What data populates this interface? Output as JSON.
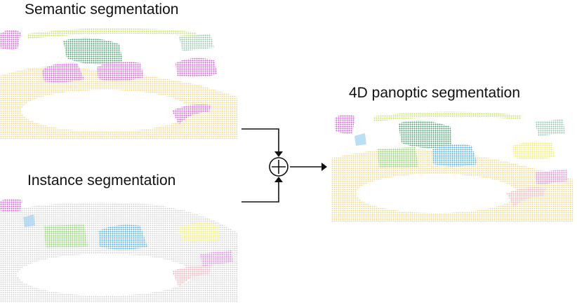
{
  "labels": {
    "semantic": "Semantic segmentation",
    "instance": "Instance segmentation",
    "panoptic": "4D panoptic segmentation"
  },
  "colors": {
    "ground": "#f2c94c",
    "car_magenta": "#d94fe0",
    "vegetation": "#3e9a6a",
    "grass": "#b6e23d",
    "instance_gray": "#bdbdbd",
    "instance_blue": "#35a8f0",
    "instance_green": "#7fd35a",
    "instance_yellow": "#f5ee55",
    "instance_pink": "#f2a6ae",
    "instance_lightblue": "#9ed3f2",
    "operator": "#111111"
  },
  "operator_icon": "circled-plus-icon"
}
